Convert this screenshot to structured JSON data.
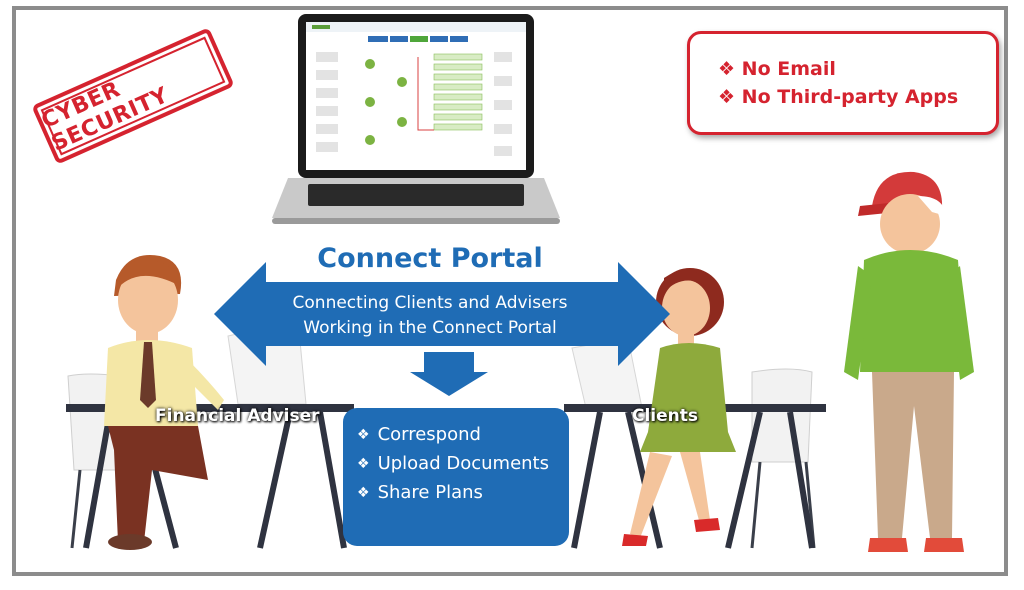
{
  "stamp": {
    "text": "CYBER SECURITY"
  },
  "restrictions": [
    {
      "bullet": "❖",
      "text": "No Email"
    },
    {
      "bullet": "❖",
      "text": "No Third-party Apps"
    }
  ],
  "portal": {
    "title": "Connect Portal",
    "line1": "Connecting Clients and Advisers",
    "line2": "Working in the Connect Portal"
  },
  "labels": {
    "adviser": "Financial Adviser",
    "clients": "Clients"
  },
  "features": [
    {
      "bullet": "❖",
      "text": "Correspond"
    },
    {
      "bullet": "❖",
      "text": "Upload Documents"
    },
    {
      "bullet": "❖",
      "text": "Share Plans"
    }
  ],
  "colors": {
    "brand_blue": "#1f6cb5",
    "alert_red": "#d5232f",
    "frame_gray": "#8c8c8c"
  }
}
